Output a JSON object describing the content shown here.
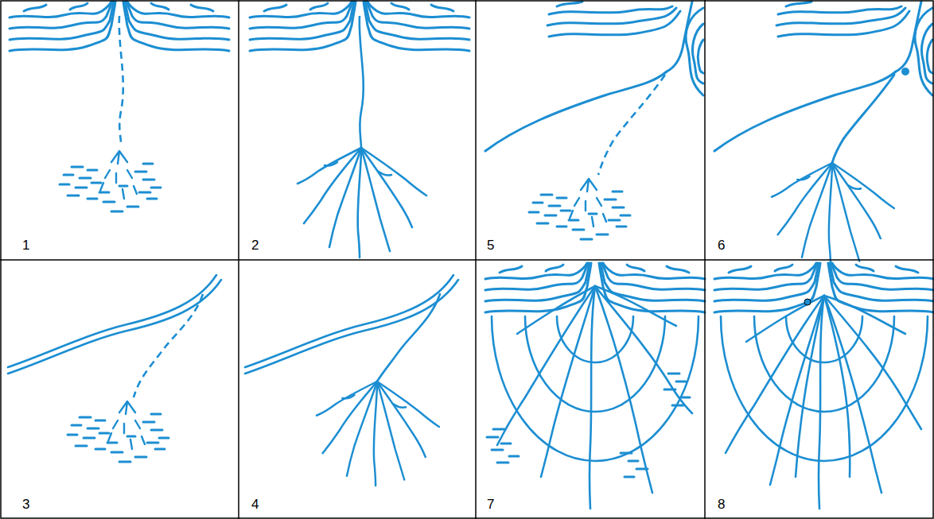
{
  "diagram": {
    "labels": [
      "1",
      "2",
      "5",
      "6",
      "3",
      "4",
      "7",
      "8"
    ]
  }
}
